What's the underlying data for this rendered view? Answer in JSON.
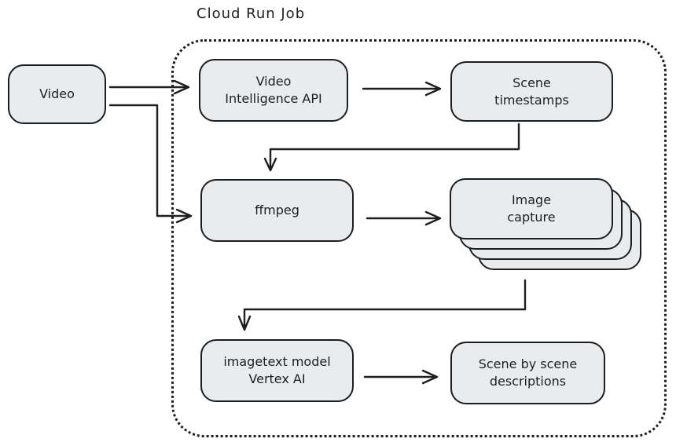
{
  "diagram": {
    "title": "Cloud Run Job",
    "boundary": {
      "label": "Cloud Run Job",
      "style": "dotted-rounded-rectangle"
    },
    "nodes": {
      "video": {
        "lines": [
          "Video"
        ]
      },
      "video_intelligence_api": {
        "lines": [
          "Video",
          "Intelligence API"
        ]
      },
      "scene_timestamps": {
        "lines": [
          "Scene",
          "timestamps"
        ]
      },
      "ffmpeg": {
        "lines": [
          "ffmpeg"
        ]
      },
      "image_capture": {
        "lines": [
          "Image",
          "capture"
        ],
        "stack_count": 4
      },
      "imagetext_model": {
        "lines": [
          "imagetext model",
          "Vertex AI"
        ]
      },
      "scene_descriptions": {
        "lines": [
          "Scene by scene",
          "descriptions"
        ]
      }
    },
    "edges": [
      {
        "from": "video",
        "to": "video_intelligence_api",
        "shape": "straight"
      },
      {
        "from": "video",
        "to": "ffmpeg",
        "shape": "elbow"
      },
      {
        "from": "video_intelligence_api",
        "to": "scene_timestamps",
        "shape": "straight"
      },
      {
        "from": "scene_timestamps",
        "to": "ffmpeg",
        "shape": "elbow"
      },
      {
        "from": "ffmpeg",
        "to": "image_capture",
        "shape": "straight"
      },
      {
        "from": "image_capture",
        "to": "imagetext_model",
        "shape": "elbow"
      },
      {
        "from": "imagetext_model",
        "to": "scene_descriptions",
        "shape": "straight"
      }
    ],
    "colors": {
      "node_fill": "#e9ecef",
      "stroke": "#1e1e1e",
      "background": "#ffffff"
    }
  }
}
